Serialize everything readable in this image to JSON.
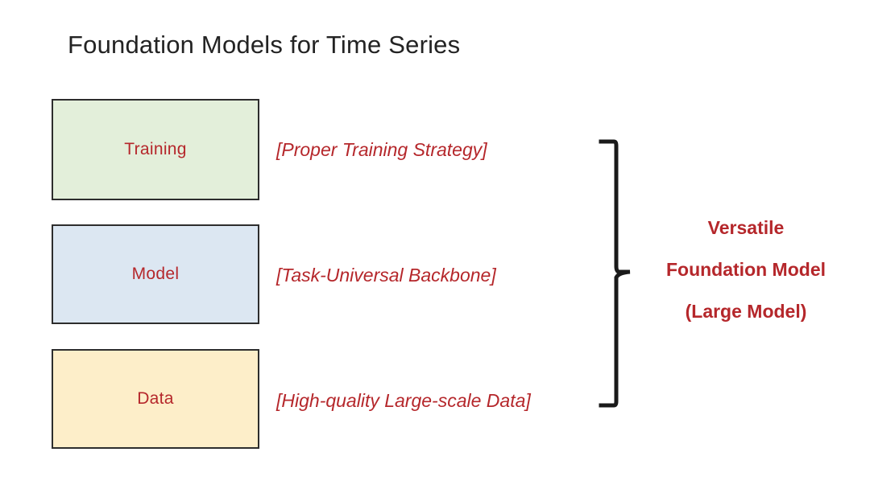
{
  "slide": {
    "title": "Foundation Models for Time Series",
    "background_color": "#ffffff"
  },
  "pillars": [
    {
      "label": "Training",
      "annotation": "[Proper Training Strategy]",
      "fill_color": "#e3efda",
      "border_color": "#2d2d2d",
      "text_color": "#b5272b"
    },
    {
      "label": "Model",
      "annotation": "[Task-Universal Backbone]",
      "fill_color": "#dce7f2",
      "border_color": "#2d2d2d",
      "text_color": "#b5272b"
    },
    {
      "label": "Data",
      "annotation": "[High-quality Large-scale Data]",
      "fill_color": "#fdeec9",
      "border_color": "#2d2d2d",
      "text_color": "#b5272b"
    }
  ],
  "bracket": {
    "icon": "right-facing-brace-icon",
    "color": "#1a1a1a"
  },
  "conclusion": {
    "line_1": "Versatile",
    "line_2": "Foundation Model",
    "line_3": "(Large Model)",
    "text_color": "#b5272b"
  }
}
